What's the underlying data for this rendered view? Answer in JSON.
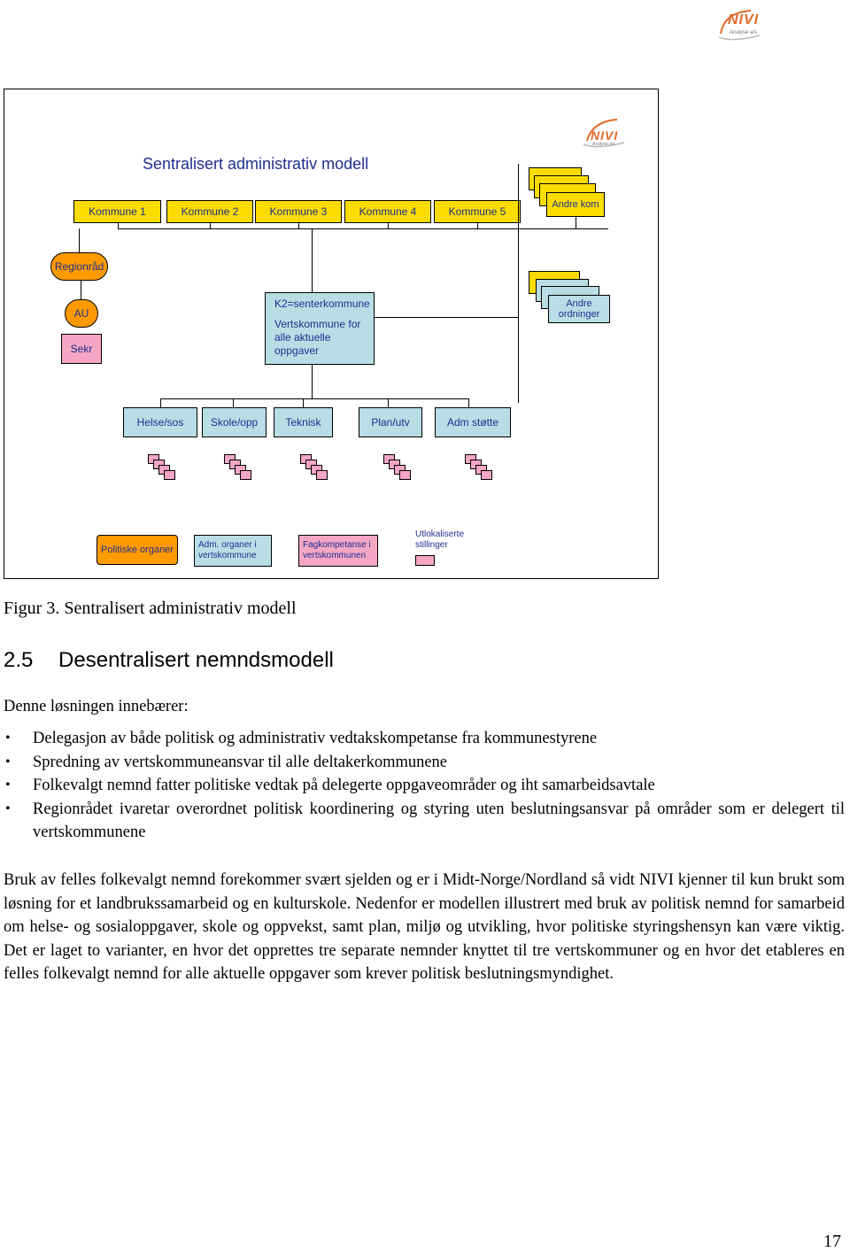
{
  "header": {
    "logo_text": "NIVI",
    "logo_sub": "Analyse a/s"
  },
  "figure": {
    "title": "Sentralisert administrativ modell",
    "logo_text": "NIVI",
    "logo_sub": "Analyse a/s",
    "kommuner": [
      "Kommune 1",
      "Kommune 2",
      "Kommune 3",
      "Kommune 4",
      "Kommune 5"
    ],
    "andre_kom": "Andre kom",
    "regionrad": "Regionråd",
    "au": "AU",
    "sekr": "Sekr",
    "k2_title": "K2=senterkommune",
    "k2_body": "Vertskommune for alle aktuelle oppgaver",
    "andre_ordninger": "Andre ordninger",
    "sectors": [
      "Helse/sos",
      "Skole/opp",
      "Teknisk",
      "Plan/utv",
      "Adm støtte"
    ],
    "legend": {
      "politiske": "Politiske organer",
      "adm": "Adm. organer i vertskommune",
      "fag": "Fagkompetanse i vertskommunen",
      "utlok": "Utlokaliserte stillinger"
    },
    "colors": {
      "yellow": "#fadc00",
      "pink": "#f4a6c4",
      "cyan": "#b8dde4",
      "orange": "#ff9a00",
      "text": "#1f2f8f"
    }
  },
  "caption": "Figur 3. Sentralisert administrativ modell",
  "section": {
    "number": "2.5",
    "title": "Desentralisert nemndsmodell"
  },
  "intro": "Denne løsningen innebærer:",
  "bullets": [
    "Delegasjon av både politisk og administrativ vedtakskompetanse fra kommunestyrene",
    "Spredning av vertskommuneansvar til alle deltakerkommunene",
    "Folkevalgt nemnd fatter politiske vedtak på delegerte oppgaveområder og iht samarbeidsavtale",
    "Regionrådet ivaretar overordnet politisk koordinering og styring uten beslutningsansvar på områder som er delegert til vertskommunene"
  ],
  "paragraph": "Bruk av felles folkevalgt nemnd forekommer svært sjelden og er i Midt-Norge/Nordland så vidt NIVI kjenner til kun brukt som løsning for et landbrukssamarbeid og en kulturskole. Nedenfor er modellen illustrert med bruk av politisk nemnd for samarbeid om helse- og sosialoppgaver, skole og oppvekst, samt plan, miljø og utvikling, hvor politiske styringshensyn kan være viktig. Det er laget to varianter, en hvor det opprettes tre separate nemnder knyttet til tre vertskommuner og en hvor det etableres en felles folkevalgt nemnd for alle aktuelle oppgaver som krever politisk beslutningsmyndighet.",
  "page_number": "17"
}
